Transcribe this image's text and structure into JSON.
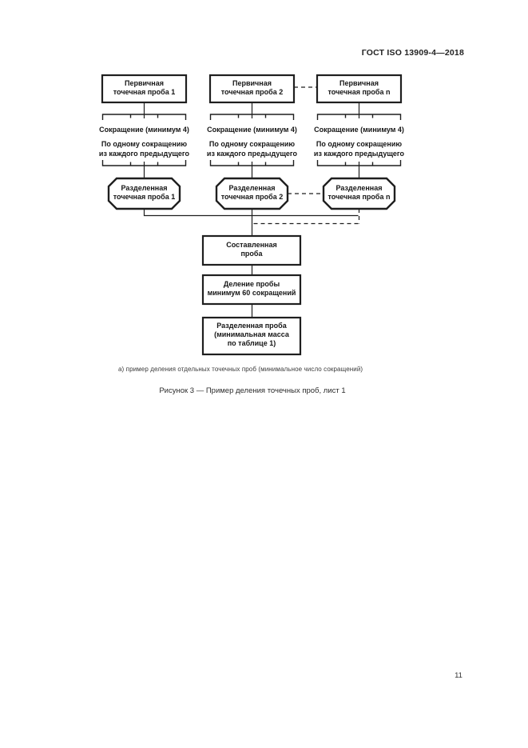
{
  "header": {
    "title": "ГОСТ ISO 13909-4—2018"
  },
  "diagram": {
    "columns": [
      {
        "primary_sample": "Первичная\nточечная проба 1",
        "reduction_label": "Сокращение (минимум 4)",
        "note": "По одному сокращению\nиз каждого предыдущего",
        "divided_sample": "Разделенная\nточечная проба 1"
      },
      {
        "primary_sample": "Первичная\nточечная проба 2",
        "reduction_label": "Сокращение (минимум 4)",
        "note": "По одному сокращению\nиз каждого предыдущего",
        "divided_sample": "Разделенная\nточечная проба 2"
      },
      {
        "primary_sample": "Первичная\nточечная проба n",
        "reduction_label": "Сокращение (минимум 4)",
        "note": "По одному сокращению\nиз каждого предыдущего",
        "divided_sample": "Разделенная\nточечная проба n"
      }
    ],
    "flow": {
      "composite_sample": "Составленная\nпроба",
      "division_step": "Деление пробы\nминимум 60 сокращений",
      "divided_sample": "Разделенная проба\n(минимальная масса\nпо таблице 1)"
    }
  },
  "captions": {
    "note_a": "а) пример деления отдельных точечных проб (минимальное число сокращений)",
    "figure": "Рисунок 3 — Пример деления точечных проб, лист 1"
  },
  "page_number": "11",
  "colors": {
    "line": "#1f1f1f",
    "background": "#ffffff"
  }
}
